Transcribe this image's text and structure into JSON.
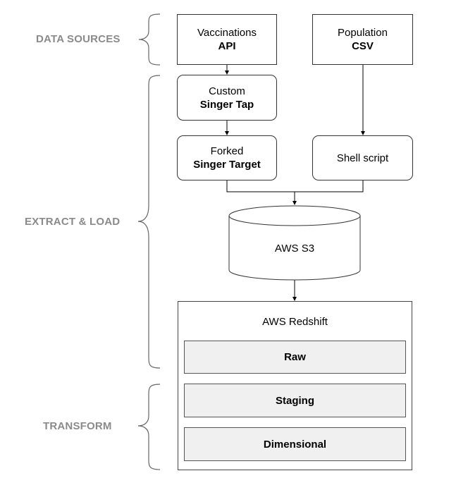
{
  "sections": {
    "data_sources": "DATA SOURCES",
    "extract_load": "EXTRACT & LOAD",
    "transform": "TRANSFORM"
  },
  "nodes": {
    "vaccinations": {
      "line1": "Vaccinations",
      "line2": "API"
    },
    "population": {
      "line1": "Population",
      "line2": "CSV"
    },
    "singer_tap": {
      "line1": "Custom",
      "line2": "Singer Tap"
    },
    "singer_target": {
      "line1": "Forked",
      "line2": "Singer Target"
    },
    "shell_script": {
      "label": "Shell script"
    },
    "s3": {
      "label": "AWS S3"
    },
    "redshift": {
      "title": "AWS Redshift",
      "layers": [
        "Raw",
        "Staging",
        "Dimensional"
      ]
    }
  },
  "colors": {
    "section_label": "#8a8a8a",
    "layer_fill": "#f0f0f0",
    "stroke": "#333333"
  }
}
